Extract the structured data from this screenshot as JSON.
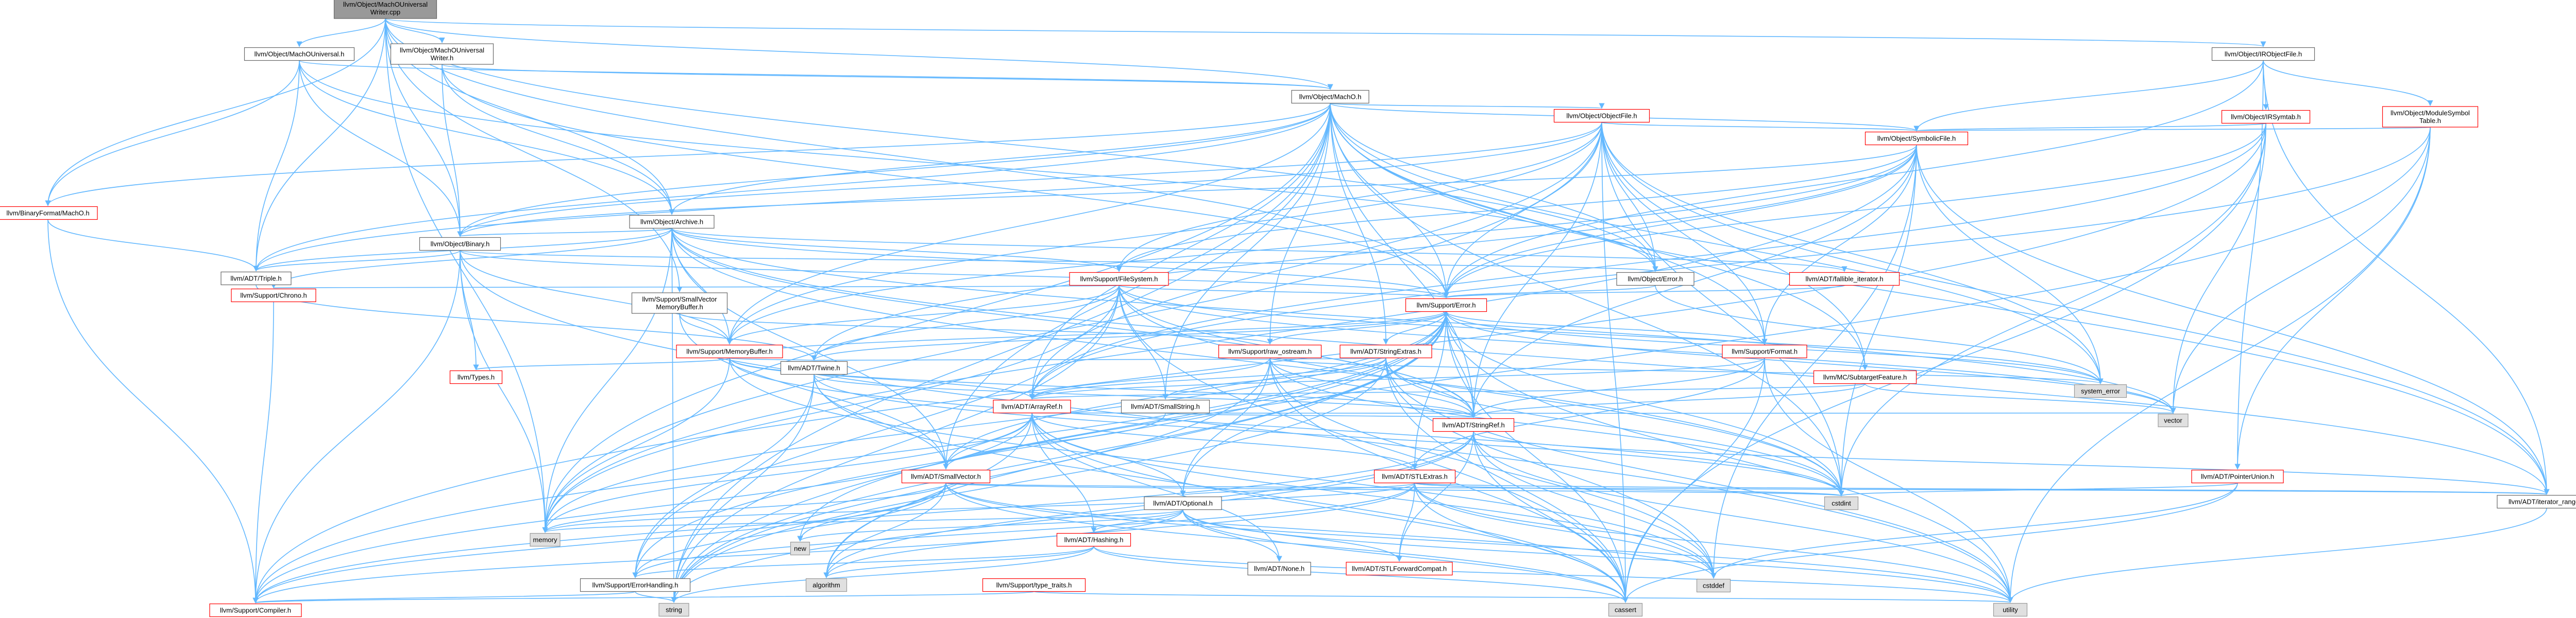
{
  "colors": {
    "edge": "#63b8ff",
    "root_fill": "#999999",
    "documented_fill": "#ffffff",
    "documented_border": "#666666",
    "truncated_border": "#ff0000",
    "system_fill": "#e0e0e0",
    "system_border": "#999999"
  },
  "nodes": [
    {
      "id": "root",
      "lines": [
        "llvm/Object/MachOUniversal",
        "Writer.cpp"
      ],
      "kind": "root"
    },
    {
      "id": "machouniv",
      "lines": [
        "llvm/Object/MachOUniversal.h"
      ],
      "kind": "doc"
    },
    {
      "id": "machounivw",
      "lines": [
        "llvm/Object/MachOUniversal",
        "Writer.h"
      ],
      "kind": "doc"
    },
    {
      "id": "irobj",
      "lines": [
        "llvm/Object/IRObjectFile.h"
      ],
      "kind": "doc"
    },
    {
      "id": "macho",
      "lines": [
        "llvm/Object/MachO.h"
      ],
      "kind": "doc"
    },
    {
      "id": "irsym",
      "lines": [
        "llvm/Object/IRSymtab.h"
      ],
      "kind": "trunc"
    },
    {
      "id": "modsym",
      "lines": [
        "llvm/Object/ModuleSymbol",
        "Table.h"
      ],
      "kind": "trunc"
    },
    {
      "id": "objfile",
      "lines": [
        "llvm/Object/ObjectFile.h"
      ],
      "kind": "trunc"
    },
    {
      "id": "symfile",
      "lines": [
        "llvm/Object/SymbolicFile.h"
      ],
      "kind": "trunc"
    },
    {
      "id": "binfmt",
      "lines": [
        "llvm/BinaryFormat/MachO.h"
      ],
      "kind": "trunc"
    },
    {
      "id": "archive",
      "lines": [
        "llvm/Object/Archive.h"
      ],
      "kind": "doc"
    },
    {
      "id": "binary",
      "lines": [
        "llvm/Object/Binary.h"
      ],
      "kind": "doc"
    },
    {
      "id": "triple",
      "lines": [
        "llvm/ADT/Triple.h"
      ],
      "kind": "doc"
    },
    {
      "id": "objerr",
      "lines": [
        "llvm/Object/Error.h"
      ],
      "kind": "doc"
    },
    {
      "id": "fallible",
      "lines": [
        "llvm/ADT/fallible_iterator.h"
      ],
      "kind": "trunc"
    },
    {
      "id": "filesystem",
      "lines": [
        "llvm/Support/FileSystem.h"
      ],
      "kind": "trunc"
    },
    {
      "id": "chrono",
      "lines": [
        "llvm/Support/Chrono.h"
      ],
      "kind": "trunc"
    },
    {
      "id": "smallvecmb",
      "lines": [
        "llvm/Support/SmallVector",
        "MemoryBuffer.h"
      ],
      "kind": "doc"
    },
    {
      "id": "superr",
      "lines": [
        "llvm/Support/Error.h"
      ],
      "kind": "trunc"
    },
    {
      "id": "membuf",
      "lines": [
        "llvm/Support/MemoryBuffer.h"
      ],
      "kind": "trunc"
    },
    {
      "id": "types",
      "lines": [
        "llvm/Types.h"
      ],
      "kind": "trunc"
    },
    {
      "id": "twine",
      "lines": [
        "llvm/ADT/Twine.h"
      ],
      "kind": "doc"
    },
    {
      "id": "rawostream",
      "lines": [
        "llvm/Support/raw_ostream.h"
      ],
      "kind": "trunc"
    },
    {
      "id": "stringextras",
      "lines": [
        "llvm/ADT/StringExtras.h"
      ],
      "kind": "trunc"
    },
    {
      "id": "format",
      "lines": [
        "llvm/Support/Format.h"
      ],
      "kind": "trunc"
    },
    {
      "id": "subtarget",
      "lines": [
        "llvm/MC/SubtargetFeature.h"
      ],
      "kind": "trunc"
    },
    {
      "id": "smallstring",
      "lines": [
        "llvm/ADT/SmallString.h"
      ],
      "kind": "doc"
    },
    {
      "id": "arrayref",
      "lines": [
        "llvm/ADT/ArrayRef.h"
      ],
      "kind": "trunc"
    },
    {
      "id": "stringref",
      "lines": [
        "llvm/ADT/StringRef.h"
      ],
      "kind": "trunc"
    },
    {
      "id": "systemerror",
      "lines": [
        "system_error"
      ],
      "kind": "sys"
    },
    {
      "id": "vector",
      "lines": [
        "vector"
      ],
      "kind": "sys"
    },
    {
      "id": "smallvector",
      "lines": [
        "llvm/ADT/SmallVector.h"
      ],
      "kind": "trunc"
    },
    {
      "id": "stlextras",
      "lines": [
        "llvm/ADT/STLExtras.h"
      ],
      "kind": "trunc"
    },
    {
      "id": "pointerunion",
      "lines": [
        "llvm/ADT/PointerUnion.h"
      ],
      "kind": "trunc"
    },
    {
      "id": "iterrange",
      "lines": [
        "llvm/ADT/iterator_range.h"
      ],
      "kind": "doc"
    },
    {
      "id": "cstdint",
      "lines": [
        "cstdint"
      ],
      "kind": "sys"
    },
    {
      "id": "cstddef",
      "lines": [
        "cstddef"
      ],
      "kind": "sys"
    },
    {
      "id": "optional",
      "lines": [
        "llvm/ADT/Optional.h"
      ],
      "kind": "doc"
    },
    {
      "id": "memory",
      "lines": [
        "memory"
      ],
      "kind": "sys"
    },
    {
      "id": "new",
      "lines": [
        "new"
      ],
      "kind": "sys"
    },
    {
      "id": "hashing",
      "lines": [
        "llvm/ADT/Hashing.h"
      ],
      "kind": "trunc"
    },
    {
      "id": "none",
      "lines": [
        "llvm/ADT/None.h"
      ],
      "kind": "doc"
    },
    {
      "id": "stlfwd",
      "lines": [
        "llvm/ADT/STLForwardCompat.h"
      ],
      "kind": "trunc"
    },
    {
      "id": "algorithm",
      "lines": [
        "algorithm"
      ],
      "kind": "sys"
    },
    {
      "id": "errhandling",
      "lines": [
        "llvm/Support/ErrorHandling.h"
      ],
      "kind": "doc"
    },
    {
      "id": "typetraits",
      "lines": [
        "llvm/Support/type_traits.h"
      ],
      "kind": "trunc"
    },
    {
      "id": "cassert",
      "lines": [
        "cassert"
      ],
      "kind": "sys"
    },
    {
      "id": "compiler",
      "lines": [
        "llvm/Support/Compiler.h"
      ],
      "kind": "trunc"
    },
    {
      "id": "string",
      "lines": [
        "string"
      ],
      "kind": "sys"
    },
    {
      "id": "utility",
      "lines": [
        "utility"
      ],
      "kind": "sys"
    }
  ],
  "edges": [
    [
      "root",
      "machouniv"
    ],
    [
      "root",
      "machounivw"
    ],
    [
      "root",
      "irobj"
    ],
    [
      "root",
      "macho"
    ],
    [
      "root",
      "binary"
    ],
    [
      "root",
      "archive"
    ],
    [
      "root",
      "triple"
    ],
    [
      "root",
      "objerr"
    ],
    [
      "root",
      "superr"
    ],
    [
      "root",
      "smallvecmb"
    ],
    [
      "root",
      "memory"
    ],
    [
      "root",
      "binfmt"
    ],
    [
      "machouniv",
      "macho"
    ],
    [
      "machouniv",
      "binary"
    ],
    [
      "machouniv",
      "archive"
    ],
    [
      "machouniv",
      "triple"
    ],
    [
      "machouniv",
      "binfmt"
    ],
    [
      "machouniv",
      "objerr"
    ],
    [
      "machounivw",
      "binary"
    ],
    [
      "machounivw",
      "archive"
    ],
    [
      "machounivw",
      "macho"
    ],
    [
      "machounivw",
      "superr"
    ],
    [
      "irobj",
      "irsym"
    ],
    [
      "irobj",
      "modsym"
    ],
    [
      "irobj",
      "symfile"
    ],
    [
      "irobj",
      "iterrange"
    ],
    [
      "irobj",
      "superr"
    ],
    [
      "irobj",
      "pointerunion"
    ],
    [
      "macho",
      "objfile"
    ],
    [
      "macho",
      "binary"
    ],
    [
      "macho",
      "triple"
    ],
    [
      "macho",
      "archive"
    ],
    [
      "macho",
      "binfmt"
    ],
    [
      "macho",
      "objerr"
    ],
    [
      "macho",
      "symfile"
    ],
    [
      "macho",
      "arrayref"
    ],
    [
      "macho",
      "smallvector"
    ],
    [
      "macho",
      "stringextras"
    ],
    [
      "macho",
      "stringref"
    ],
    [
      "macho",
      "iterrange"
    ],
    [
      "macho",
      "membuf"
    ],
    [
      "macho",
      "rawostream"
    ],
    [
      "macho",
      "format"
    ],
    [
      "macho",
      "subtarget"
    ],
    [
      "macho",
      "superr"
    ],
    [
      "macho",
      "cstdint"
    ],
    [
      "macho",
      "memory"
    ],
    [
      "macho",
      "string"
    ],
    [
      "macho",
      "systemerror"
    ],
    [
      "macho",
      "smallstring"
    ],
    [
      "irsym",
      "symfile"
    ],
    [
      "irsym",
      "arrayref"
    ],
    [
      "irsym",
      "superr"
    ],
    [
      "irsym",
      "vector"
    ],
    [
      "irsym",
      "cassert"
    ],
    [
      "irsym",
      "cstdint"
    ],
    [
      "irsym",
      "compiler"
    ],
    [
      "modsym",
      "arrayref"
    ],
    [
      "modsym",
      "pointerunion"
    ],
    [
      "modsym",
      "string"
    ],
    [
      "modsym",
      "utility"
    ],
    [
      "modsym",
      "vector"
    ],
    [
      "modsym",
      "symfile"
    ],
    [
      "objfile",
      "binary"
    ],
    [
      "objfile",
      "objerr"
    ],
    [
      "objfile",
      "symfile"
    ],
    [
      "objfile",
      "triple"
    ],
    [
      "objfile",
      "arrayref"
    ],
    [
      "objfile",
      "stringref"
    ],
    [
      "objfile",
      "iterrange"
    ],
    [
      "objfile",
      "subtarget"
    ],
    [
      "objfile",
      "superr"
    ],
    [
      "objfile",
      "membuf"
    ],
    [
      "objfile",
      "filesystem"
    ],
    [
      "objfile",
      "format"
    ],
    [
      "objfile",
      "cassert"
    ],
    [
      "objfile",
      "cstdint"
    ],
    [
      "objfile",
      "memory"
    ],
    [
      "objfile",
      "systemerror"
    ],
    [
      "symfile",
      "binary"
    ],
    [
      "symfile",
      "iterrange"
    ],
    [
      "symfile",
      "superr"
    ],
    [
      "symfile",
      "filesystem"
    ],
    [
      "symfile",
      "format"
    ],
    [
      "symfile",
      "membuf"
    ],
    [
      "symfile",
      "cstddef"
    ],
    [
      "symfile",
      "cstdint"
    ],
    [
      "symfile",
      "memory"
    ],
    [
      "symfile",
      "systemerror"
    ],
    [
      "symfile",
      "stringref"
    ],
    [
      "symfile",
      "twine"
    ],
    [
      "binfmt",
      "compiler"
    ],
    [
      "binfmt",
      "triple"
    ],
    [
      "archive",
      "binary"
    ],
    [
      "archive",
      "fallible"
    ],
    [
      "archive",
      "iterrange"
    ],
    [
      "archive",
      "stringref"
    ],
    [
      "archive",
      "chrono"
    ],
    [
      "archive",
      "superr"
    ],
    [
      "archive",
      "filesystem"
    ],
    [
      "archive",
      "membuf"
    ],
    [
      "archive",
      "cstdint"
    ],
    [
      "archive",
      "memory"
    ],
    [
      "archive",
      "string"
    ],
    [
      "archive",
      "vector"
    ],
    [
      "archive",
      "smallvector"
    ],
    [
      "archive",
      "triple"
    ],
    [
      "binary",
      "triple"
    ],
    [
      "binary",
      "objerr"
    ],
    [
      "binary",
      "superr"
    ],
    [
      "binary",
      "membuf"
    ],
    [
      "binary",
      "types"
    ],
    [
      "binary",
      "memory"
    ],
    [
      "binary",
      "utility"
    ],
    [
      "binary",
      "compiler"
    ],
    [
      "triple",
      "twine"
    ],
    [
      "objerr",
      "superr"
    ],
    [
      "objerr",
      "systemerror"
    ],
    [
      "fallible",
      "superr"
    ],
    [
      "fallible",
      "type_traits"
    ],
    [
      "filesystem",
      "superr"
    ],
    [
      "filesystem",
      "smallstring"
    ],
    [
      "filesystem",
      "stringref"
    ],
    [
      "filesystem",
      "twine"
    ],
    [
      "filesystem",
      "chrono"
    ],
    [
      "filesystem",
      "membuf"
    ],
    [
      "filesystem",
      "errhandling"
    ],
    [
      "filesystem",
      "cassert"
    ],
    [
      "filesystem",
      "cstdint"
    ],
    [
      "filesystem",
      "memory"
    ],
    [
      "filesystem",
      "string"
    ],
    [
      "filesystem",
      "systemerror"
    ],
    [
      "filesystem",
      "vector"
    ],
    [
      "filesystem",
      "stack"
    ],
    [
      "chrono",
      "compiler"
    ],
    [
      "smallvecmb",
      "smallvector"
    ],
    [
      "smallvecmb",
      "membuf"
    ],
    [
      "smallvecmb",
      "rawostream"
    ],
    [
      "superr",
      "stlextras"
    ],
    [
      "superr",
      "smallvector"
    ],
    [
      "superr",
      "compiler"
    ],
    [
      "superr",
      "errhandling"
    ],
    [
      "superr",
      "format"
    ],
    [
      "superr",
      "rawostream"
    ],
    [
      "superr",
      "twine"
    ],
    [
      "superr",
      "stringextras"
    ],
    [
      "superr",
      "cassert"
    ],
    [
      "superr",
      "cstdint"
    ],
    [
      "superr",
      "memory"
    ],
    [
      "superr",
      "new"
    ],
    [
      "superr",
      "string"
    ],
    [
      "superr",
      "systemerror"
    ],
    [
      "superr",
      "utility"
    ],
    [
      "superr",
      "vector"
    ],
    [
      "superr",
      "optional"
    ],
    [
      "superr",
      "stringref"
    ],
    [
      "superr",
      "algorithm"
    ],
    [
      "membuf",
      "arrayref"
    ],
    [
      "membuf",
      "stringref"
    ],
    [
      "membuf",
      "twine"
    ],
    [
      "membuf",
      "superr"
    ],
    [
      "membuf",
      "cstddef"
    ],
    [
      "membuf",
      "cstdint"
    ],
    [
      "membuf",
      "memory"
    ],
    [
      "membuf",
      "types"
    ],
    [
      "twine",
      "smallvector"
    ],
    [
      "twine",
      "stringref"
    ],
    [
      "twine",
      "errhandling"
    ],
    [
      "twine",
      "cassert"
    ],
    [
      "twine",
      "cstdint"
    ],
    [
      "twine",
      "string"
    ],
    [
      "rawostream",
      "stringref"
    ],
    [
      "rawostream",
      "arrayref"
    ],
    [
      "rawostream",
      "cassert"
    ],
    [
      "rawostream",
      "cstddef"
    ],
    [
      "rawostream",
      "cstdint"
    ],
    [
      "rawostream",
      "string"
    ],
    [
      "rawostream",
      "systemerror"
    ],
    [
      "rawostream",
      "optional"
    ],
    [
      "stringextras",
      "arrayref"
    ],
    [
      "stringextras",
      "smallstring"
    ],
    [
      "stringextras",
      "stringref"
    ],
    [
      "stringextras",
      "twine"
    ],
    [
      "stringextras",
      "cassert"
    ],
    [
      "stringextras",
      "cstddef"
    ],
    [
      "stringextras",
      "cstdint"
    ],
    [
      "stringextras",
      "cstring"
    ],
    [
      "stringextras",
      "string"
    ],
    [
      "stringextras",
      "utility"
    ],
    [
      "format",
      "stringref"
    ],
    [
      "format",
      "arrayref"
    ],
    [
      "format",
      "stlextras"
    ],
    [
      "format",
      "cassert"
    ],
    [
      "format",
      "cstdio"
    ],
    [
      "format",
      "tuple"
    ],
    [
      "format",
      "utility"
    ],
    [
      "subtarget",
      "arrayref"
    ],
    [
      "subtarget",
      "stringref"
    ],
    [
      "subtarget",
      "vector"
    ],
    [
      "smallstring",
      "smallvector"
    ],
    [
      "smallstring",
      "stringref"
    ],
    [
      "arrayref",
      "hashing"
    ],
    [
      "arrayref",
      "none"
    ],
    [
      "arrayref",
      "smallvector"
    ],
    [
      "arrayref",
      "stlextras"
    ],
    [
      "arrayref",
      "compiler"
    ],
    [
      "arrayref",
      "algorithm"
    ],
    [
      "arrayref",
      "cassert"
    ],
    [
      "arrayref",
      "cstddef"
    ],
    [
      "arrayref",
      "memory"
    ],
    [
      "arrayref",
      "vector"
    ],
    [
      "arrayref",
      "optional"
    ],
    [
      "stringref",
      "stlfwd"
    ],
    [
      "stringref",
      "iterrange"
    ],
    [
      "stringref",
      "compiler"
    ],
    [
      "stringref",
      "algorithm"
    ],
    [
      "stringref",
      "cassert"
    ],
    [
      "stringref",
      "cstddef"
    ],
    [
      "stringref",
      "cstring"
    ],
    [
      "stringref",
      "limits"
    ],
    [
      "stringref",
      "string"
    ],
    [
      "stringref",
      "utility"
    ],
    [
      "smallvector",
      "compiler"
    ],
    [
      "smallvector",
      "type_traits"
    ],
    [
      "smallvector",
      "algorithm"
    ],
    [
      "smallvector",
      "cassert"
    ],
    [
      "smallvector",
      "cstddef"
    ],
    [
      "smallvector",
      "cstdint"
    ],
    [
      "smallvector",
      "memory"
    ],
    [
      "smallvector",
      "new"
    ],
    [
      "smallvector",
      "utility"
    ],
    [
      "smallvector",
      "errhandling"
    ],
    [
      "smallvector",
      "iterrange"
    ],
    [
      "stlextras",
      "stlfwd"
    ],
    [
      "stlextras",
      "iterrange"
    ],
    [
      "stlextras",
      "errhandling"
    ],
    [
      "stlextras",
      "algorithm"
    ],
    [
      "stlextras",
      "cassert"
    ],
    [
      "stlextras",
      "cstddef"
    ],
    [
      "stlextras",
      "cstdint"
    ],
    [
      "stlextras",
      "memory"
    ],
    [
      "stlextras",
      "utility"
    ],
    [
      "stlextras",
      "optional"
    ],
    [
      "pointerunion",
      "cassert"
    ],
    [
      "pointerunion",
      "cstddef"
    ],
    [
      "pointerunion",
      "cstdint"
    ],
    [
      "iterrange",
      "utility"
    ],
    [
      "optional",
      "none"
    ],
    [
      "optional",
      "stlfwd"
    ],
    [
      "optional",
      "compiler"
    ],
    [
      "optional",
      "type_traits"
    ],
    [
      "optional",
      "cassert"
    ],
    [
      "optional",
      "memory"
    ],
    [
      "optional",
      "new"
    ],
    [
      "optional",
      "utility"
    ],
    [
      "optional",
      "hashing"
    ],
    [
      "hashing",
      "errhandling"
    ],
    [
      "hashing",
      "type_traits"
    ],
    [
      "hashing",
      "algorithm"
    ],
    [
      "hashing",
      "cassert"
    ],
    [
      "hashing",
      "string"
    ],
    [
      "hashing",
      "utility"
    ],
    [
      "errhandling",
      "compiler"
    ],
    [
      "errhandling",
      "string"
    ],
    [
      "typetraits",
      "utility"
    ],
    [
      "typetraits",
      "compiler"
    ]
  ]
}
